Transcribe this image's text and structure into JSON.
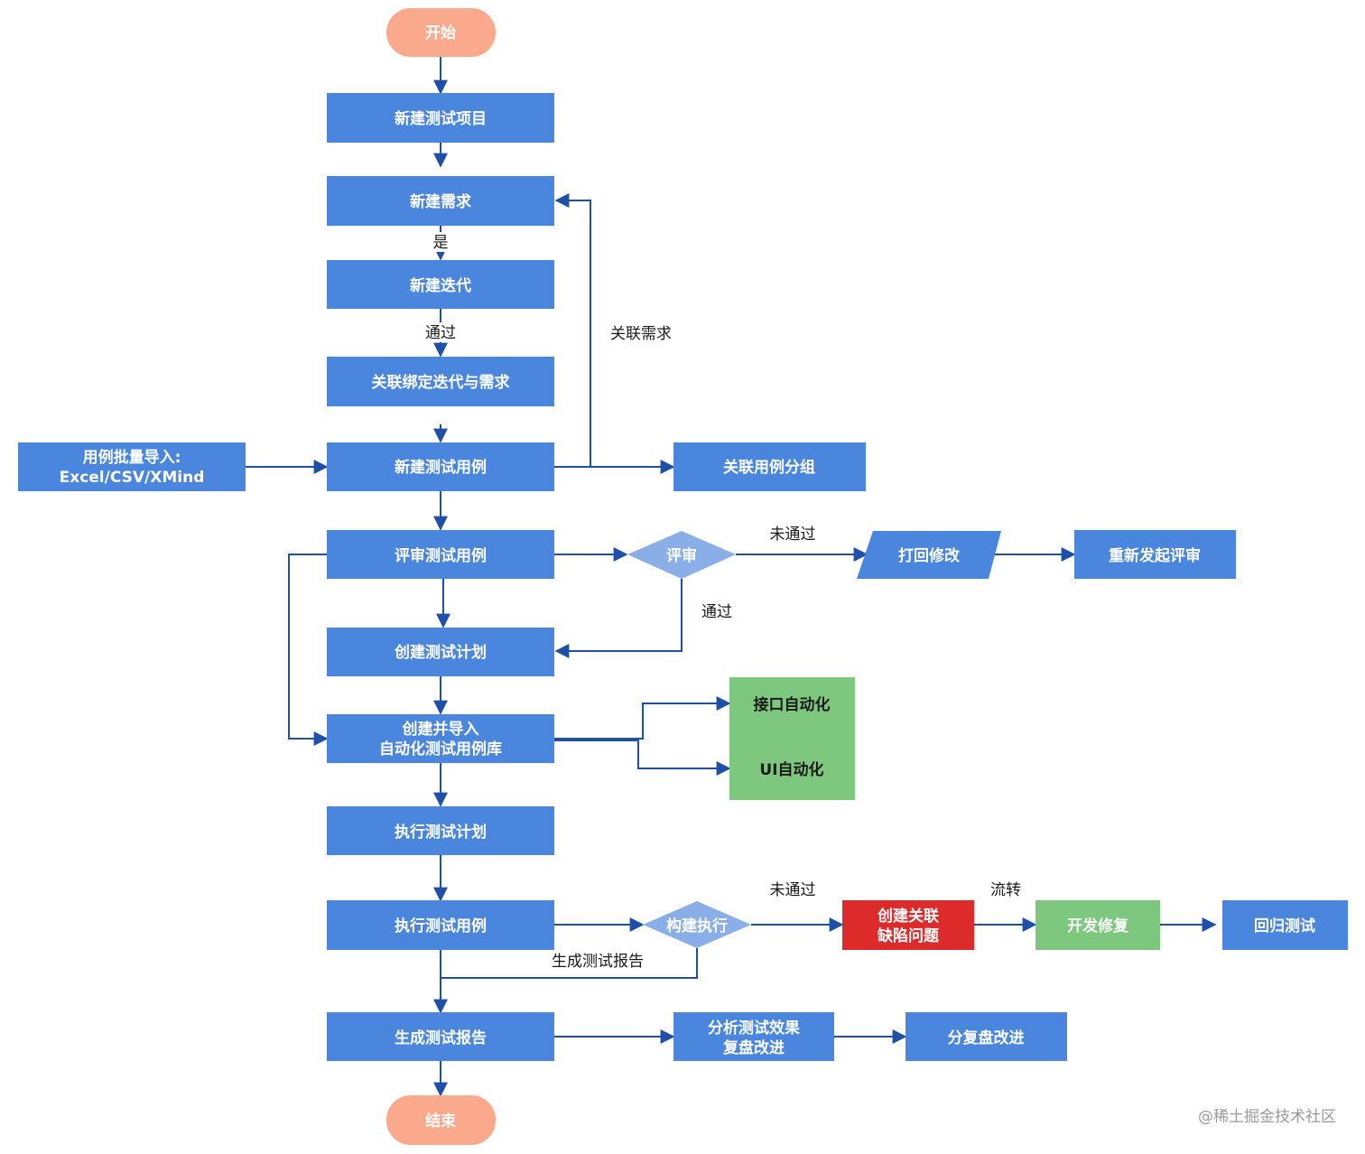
{
  "colors": {
    "process": "#4a86de",
    "decision": "#8aaee8",
    "terminal": "#fba98c",
    "success": "#7ec77e",
    "danger": "#dd2a2a",
    "edge": "#1f4fa8"
  },
  "nodes": {
    "start": "开始",
    "new_project": "新建测试项目",
    "new_requirement": "新建需求",
    "new_iteration": "新建迭代",
    "bind_iteration": "关联绑定迭代与需求",
    "batch_import_line1": "用例批量导入:",
    "batch_import_line2": "Excel/CSV/XMind",
    "new_case": "新建测试用例",
    "case_group": "关联用例分组",
    "review_case": "评审测试用例",
    "review_decision": "评审",
    "send_back": "打回修改",
    "re_review": "重新发起评审",
    "create_plan": "创建测试计划",
    "import_auto_line1": "创建并导入",
    "import_auto_line2": "自动化测试用例库",
    "api_auto": "接口自动化",
    "ui_auto": "UI自动化",
    "exec_plan": "执行测试计划",
    "exec_case": "执行测试用例",
    "build_decision": "构建执行",
    "defect_line1": "创建关联",
    "defect_line2": "缺陷问题",
    "dev_fix": "开发修复",
    "regression": "回归测试",
    "report": "生成测试报告",
    "analyze_line1": "分析测试效果",
    "analyze_line2": "复盘改进",
    "review_improve": "分复盘改进",
    "end": "结束"
  },
  "edge_labels": {
    "yes": "是",
    "passed_1": "通过",
    "link_requirement": "关联需求",
    "not_passed_1": "未通过",
    "passed_2": "通过",
    "not_passed_2": "未通过",
    "transfer": "流转",
    "gen_report": "生成测试报告"
  },
  "watermark": "@稀土掘金技术社区"
}
